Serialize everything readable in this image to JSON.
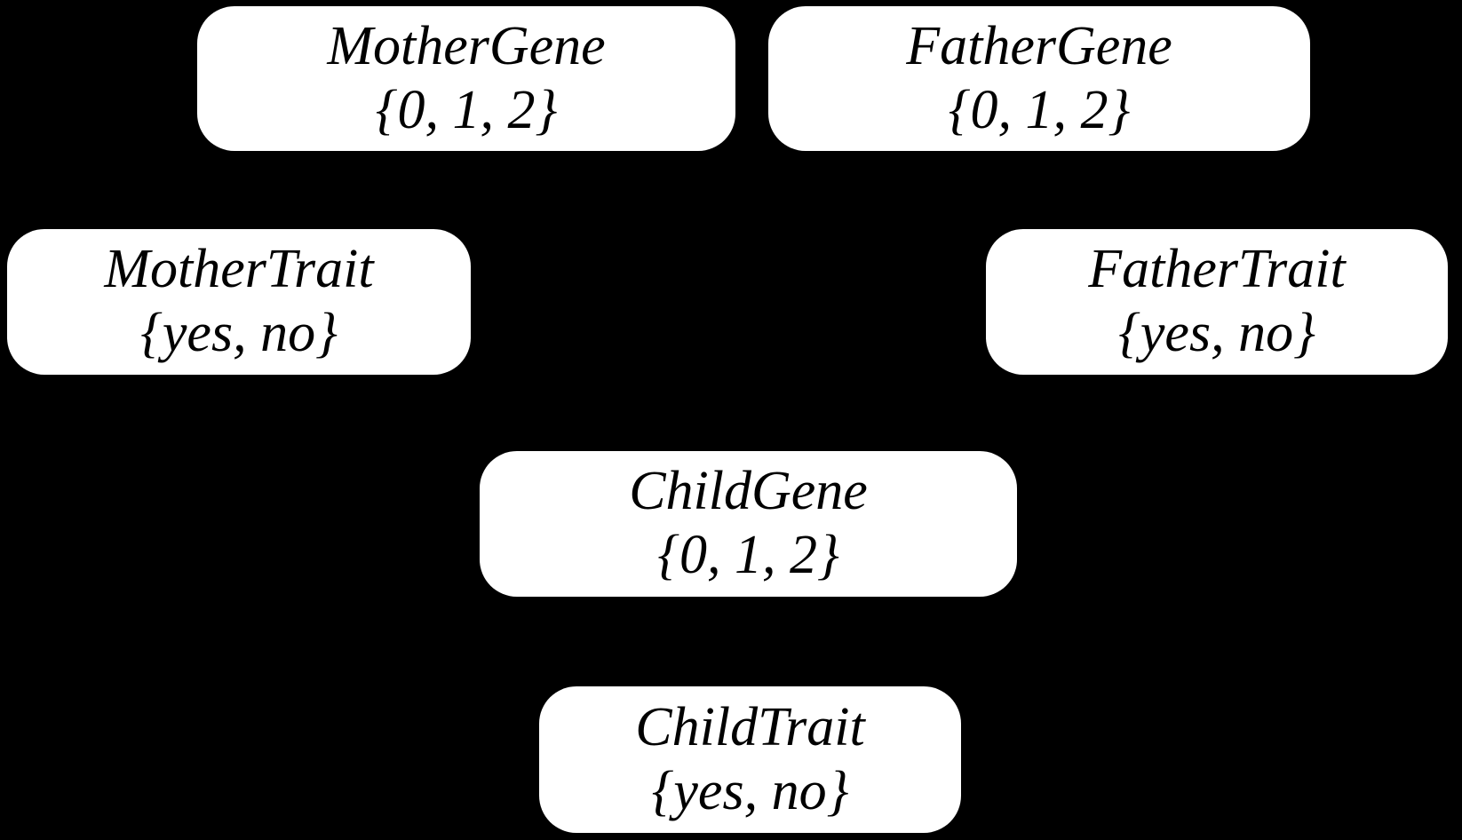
{
  "figure": {
    "type": "bayesian-network-diagram"
  },
  "colors": {
    "background": "#000000",
    "node_fill": "#ffffff",
    "node_text": "#000000"
  },
  "nodes": [
    {
      "id": "mother-gene",
      "label": "MotherGene",
      "domain": "{0, 1, 2}"
    },
    {
      "id": "father-gene",
      "label": "FatherGene",
      "domain": "{0, 1, 2}"
    },
    {
      "id": "mother-trait",
      "label": "MotherTrait",
      "domain": "{yes, no}"
    },
    {
      "id": "father-trait",
      "label": "FatherTrait",
      "domain": "{yes, no}"
    },
    {
      "id": "child-gene",
      "label": "ChildGene",
      "domain": "{0, 1, 2}"
    },
    {
      "id": "child-trait",
      "label": "ChildTrait",
      "domain": "{yes, no}"
    }
  ]
}
